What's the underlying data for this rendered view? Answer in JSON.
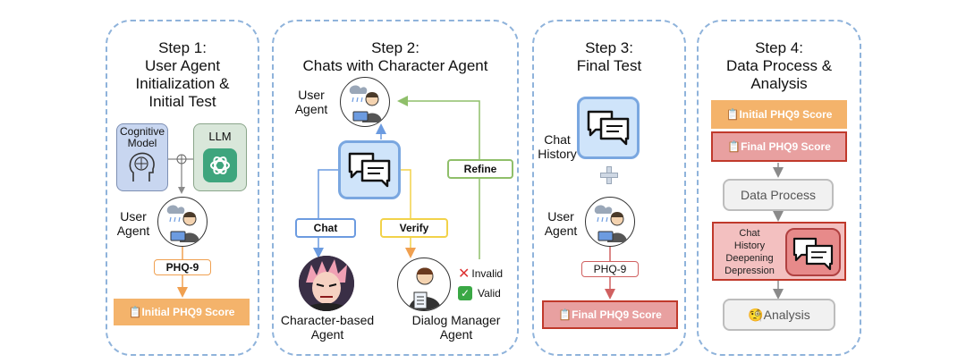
{
  "step1": {
    "title": [
      "Step 1:",
      "User Agent",
      "Initialization &",
      "Initial Test"
    ],
    "cognitive_model": [
      "Cognitive",
      "Model"
    ],
    "llm": "LLM",
    "user_agent": [
      "User",
      "Agent"
    ],
    "phq9": "PHQ-9",
    "initial_score": "📋Initial PHQ9 Score"
  },
  "step2": {
    "title": [
      "Step 2:",
      "Chats with Character Agent"
    ],
    "user_agent": [
      "User",
      "Agent"
    ],
    "refine": "Refine",
    "chat": "Chat",
    "verify": "Verify",
    "invalid": "Invalid",
    "valid": "Valid",
    "character_agent": [
      "Character-based",
      "Agent"
    ],
    "dialog_manager": [
      "Dialog Manager",
      "Agent"
    ]
  },
  "step3": {
    "title": [
      "Step 3:",
      "Final Test"
    ],
    "chat_history": [
      "Chat",
      "History"
    ],
    "user_agent": [
      "User",
      "Agent"
    ],
    "phq9": "PHQ-9",
    "final_score": "📋Final PHQ9 Score"
  },
  "step4": {
    "title": [
      "Step 4:",
      "Data Process &",
      "Analysis"
    ],
    "initial_score": "📋Initial PHQ9 Score",
    "final_score": "📋Final PHQ9 Score",
    "data_process": "Data Process",
    "chat_deepening": [
      "Chat",
      "History",
      "Deepening",
      "Depression"
    ],
    "analysis": "🧐Analysis"
  },
  "colors": {
    "dashed_border": "#8fb3db",
    "orange": "#f4b36b",
    "red_fill": "#e8a0a0",
    "red_border": "#c0392b",
    "blue_chat": "#cfe4fa",
    "green": "#8fbf6a",
    "yellow": "#f2d24a"
  }
}
